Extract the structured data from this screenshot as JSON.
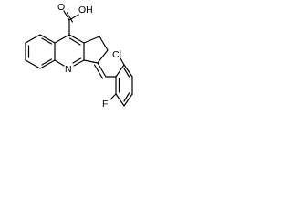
{
  "molecule": {
    "labels": {
      "cooh": "OH",
      "carbonyl_o": "O",
      "nitrogen": "N",
      "chlorine": "Cl",
      "fluorine": "F"
    },
    "colors": {
      "bond": "#000000",
      "text": "#000000",
      "background": "#ffffff"
    }
  }
}
